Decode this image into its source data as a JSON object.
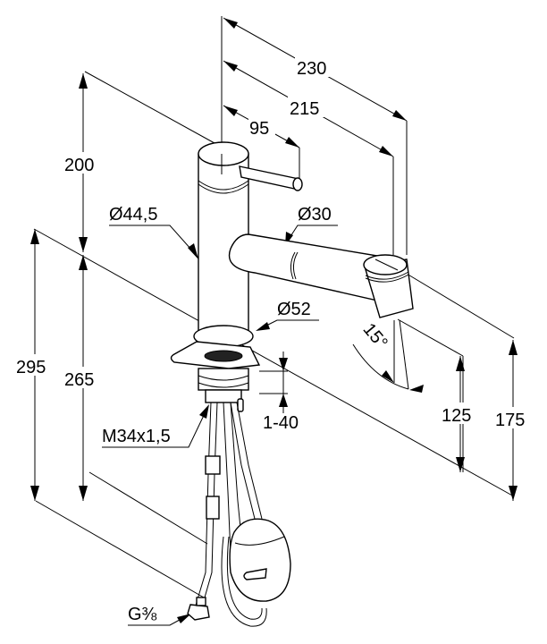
{
  "drawing": {
    "subject": "Kitchen faucet with pull-out spray, dimensioned drawing",
    "units": "mm",
    "line_color": "#000000",
    "background": "#ffffff"
  },
  "dimensions": {
    "spout_reach_total": "230",
    "spout_reach_nozzle": "215",
    "lever_reach": "95",
    "body_height": "200",
    "body_diameter": "Ø44,5",
    "spout_diameter": "Ø30",
    "base_diameter": "Ø52",
    "total_height": "295",
    "height_below_body": "265",
    "counter_thickness": "1-40",
    "thread": "M34x1,5",
    "spray_angle": "15°",
    "outlet_height": "125",
    "spout_top_height": "175",
    "connection": "G⅜"
  }
}
